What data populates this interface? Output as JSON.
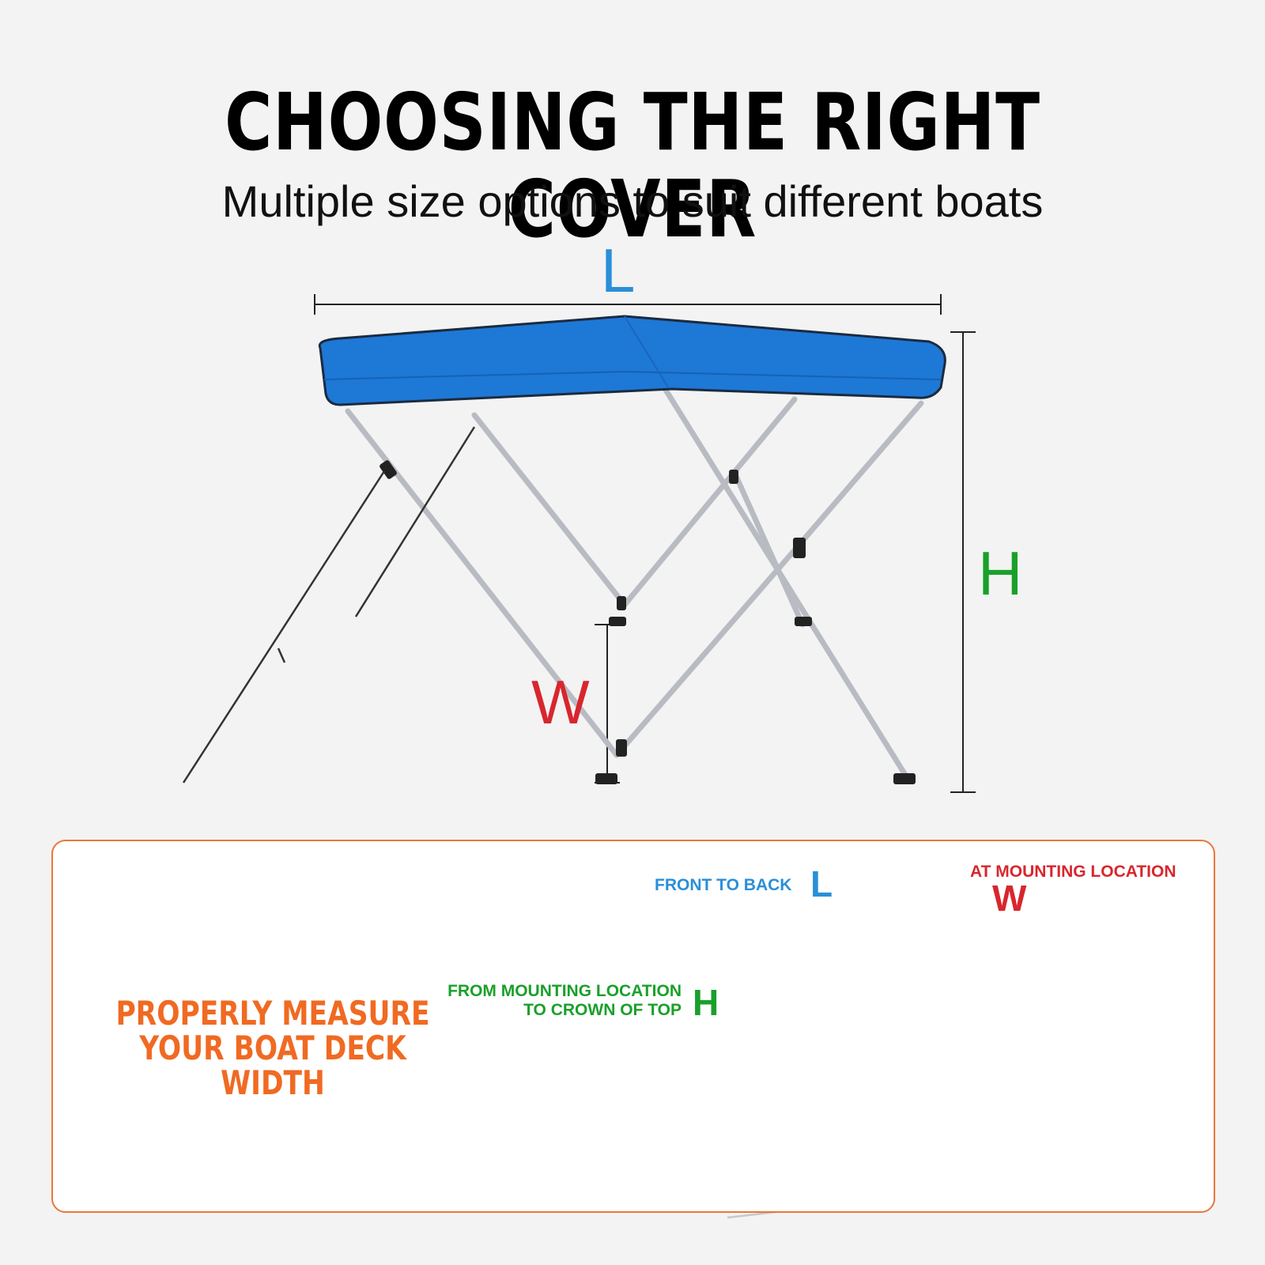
{
  "header": {
    "title": "CHOOSING THE RIGHT COVER",
    "subtitle": "Multiple size options to suit different boats"
  },
  "dimensions": {
    "length_letter": "L",
    "width_letter": "W",
    "height_letter": "H"
  },
  "guide": {
    "headline_line1": "PROPERLY MEASURE",
    "headline_line2": "YOUR BOAT DECK WIDTH",
    "length_label": "FRONT TO BACK",
    "width_label": "AT MOUNTING LOCATION",
    "height_label_line1": "FROM MOUNTING LOCATION",
    "height_label_line2": "TO CROWN OF TOP"
  },
  "colors": {
    "length": "#2a8fd9",
    "width": "#d8262d",
    "height": "#1aa02a",
    "canopy": "#1e78d6",
    "accent": "#f06a22"
  }
}
